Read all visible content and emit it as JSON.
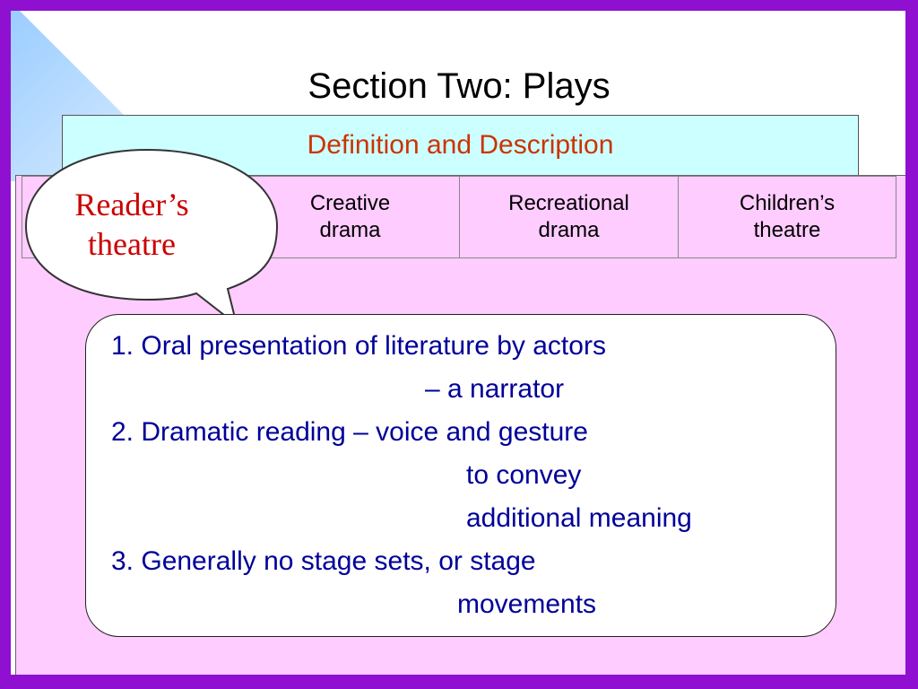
{
  "slide": {
    "title": "Section Two: Plays",
    "definition_heading": "Definition and Description",
    "callout": {
      "line1": "Reader’s",
      "line2": "theatre"
    },
    "categories": [
      {
        "line1": "",
        "line2": ""
      },
      {
        "line1": "Creative",
        "line2": "drama"
      },
      {
        "line1": "Recreational",
        "line2": "drama"
      },
      {
        "line1": "Children’s",
        "line2": "theatre"
      }
    ],
    "points": [
      "1. Oral presentation of literature by actors",
      "– a narrator",
      "2. Dramatic reading – voice and gesture",
      "to convey",
      "additional meaning",
      "3. Generally no stage sets, or stage",
      "movements"
    ]
  },
  "colors": {
    "frame": "#8f10d0",
    "panel": "#ffccff",
    "definition_bg": "#ccffff",
    "heading_text": "#cc3300",
    "callout_text": "#cc0000",
    "body_text": "#000099"
  }
}
